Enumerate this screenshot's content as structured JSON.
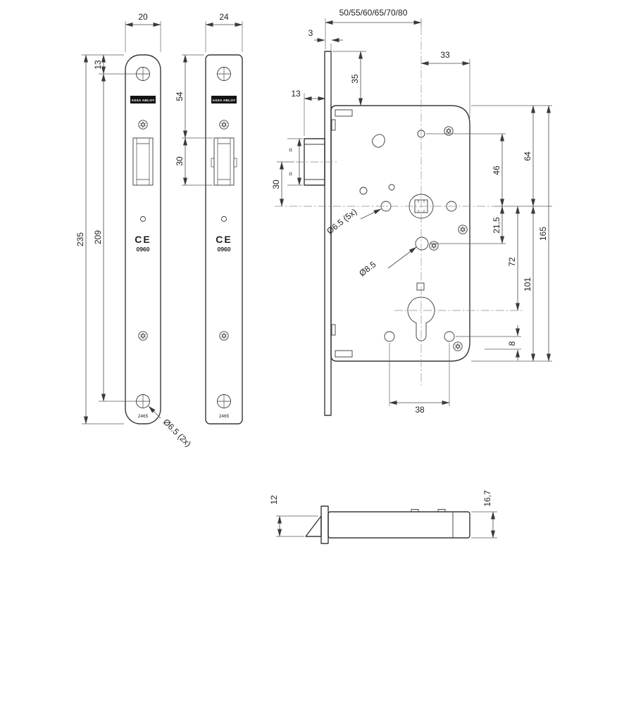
{
  "brand": {
    "label": "ASSA ABLOY",
    "ce": "CE",
    "ce_number": "0960",
    "model": "2465"
  },
  "faceplate_narrow": {
    "width": "20",
    "top_edge_to_hole": "13",
    "length": "235",
    "hole_spacing": "209",
    "hole_note": "Ø6.5 (2x)"
  },
  "faceplate_wide": {
    "width": "24",
    "top_to_latch": "54",
    "latch_height": "30"
  },
  "case": {
    "backset_options": "50/55/60/65/70/80",
    "forend_thickness": "3",
    "spindle_to_edge": "33",
    "forend_top_to_case": "35",
    "latch_protrusion": "13",
    "equal_mark": "=",
    "latch_to_spindle": "30",
    "edge_to_spindle": "64",
    "screw_to_spindle": "46",
    "spindle_to_hole": "21,5",
    "case_height": "165",
    "spindle_to_cylinder": "72",
    "spindle_to_bottom": "101",
    "bottom_offset": "8",
    "screw_spacing": "38",
    "hole_note_5x": "Ø6.5 (5x)",
    "hole_note_85": "Ø8.5"
  },
  "side_view": {
    "latch_thickness": "12",
    "case_thickness": "16,7"
  }
}
